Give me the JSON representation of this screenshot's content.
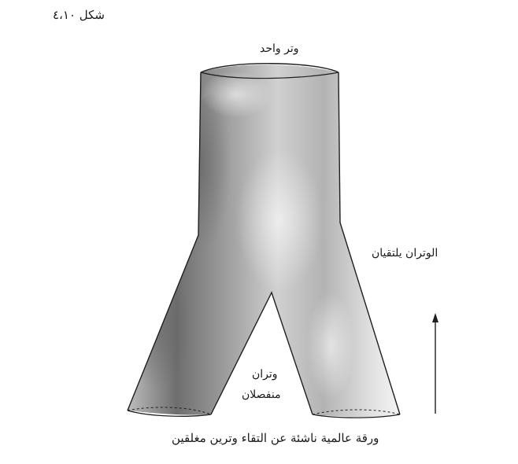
{
  "figure": {
    "label": "شكل ٤،١٠"
  },
  "diagram": {
    "top_label": "وتر واحد",
    "right_label": "الوتران يلتقيان",
    "middle_label_line1": "وتران",
    "middle_label_line2": "منفصلان",
    "arrow_direction": "up"
  },
  "caption": "ورقة عالمية ناشئة عن التقاء وترين مغلقين",
  "colors": {
    "surface_light": "#e4e4e4",
    "surface_dark": "#6e6e6e",
    "outline": "#1f1f1f"
  }
}
